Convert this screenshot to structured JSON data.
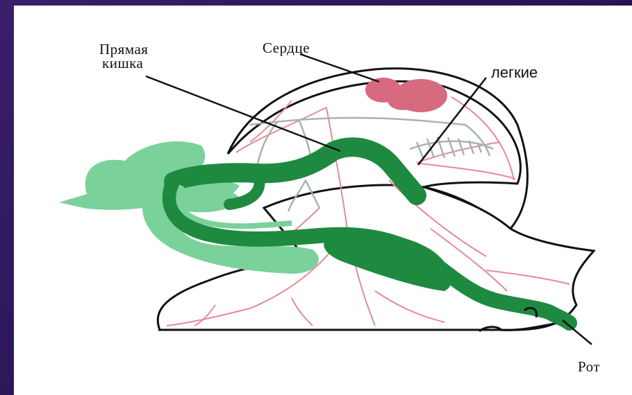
{
  "labels": {
    "rectum_line1": "Прямая",
    "rectum_line2": "кишка",
    "heart": "Сердце",
    "lungs": "легкие",
    "mouth": "Рот"
  },
  "colors": {
    "background": "#2a1656",
    "panel": "#ffffff",
    "digestive_dark": "#1e8a40",
    "digestive_light": "#7bd19a",
    "vessels": "#e58a95",
    "heart": "#d86a80",
    "nerves": "#a8b3ad",
    "outline": "#111111"
  }
}
